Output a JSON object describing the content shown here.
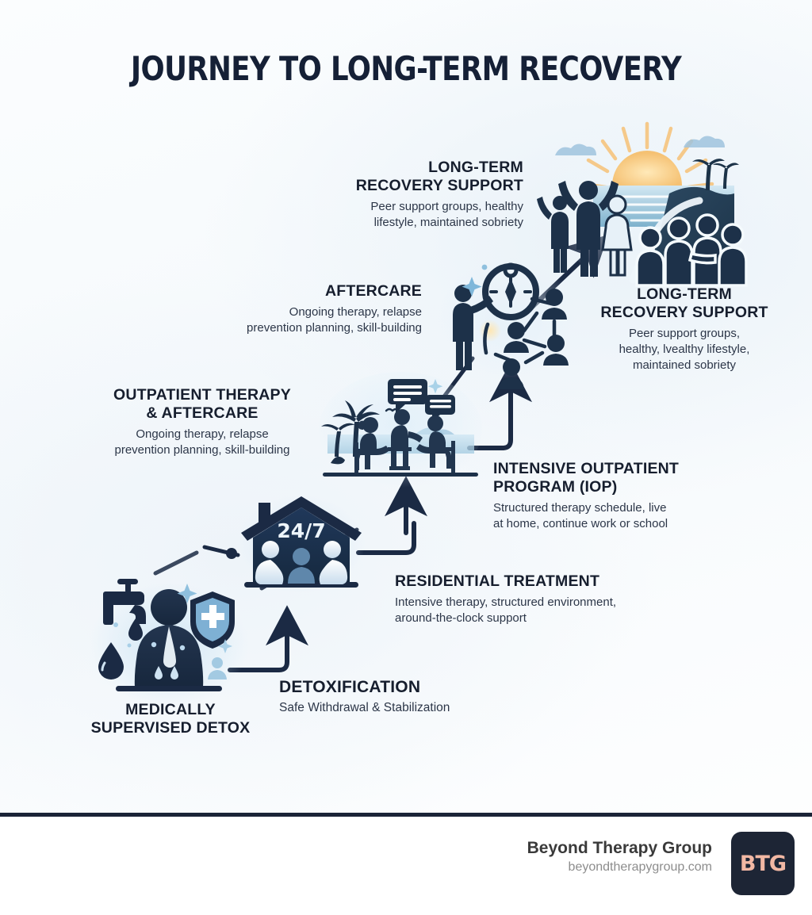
{
  "title": "JOURNEY TO LONG-TERM RECOVERY",
  "stages": [
    {
      "id": "detox",
      "label_heading": "MEDICALLY\nSUPERVISED DETOX",
      "heading": "DETOXIFICATION",
      "body": "Safe Withdrawal & Stabilization",
      "art": "faucet-droplet-person-shield"
    },
    {
      "id": "residential",
      "label_heading": "24/7",
      "heading": "RESIDENTIAL TREATMENT",
      "body": "Intensive therapy, structured environment,\naround-the-clock support",
      "art": "house-24-7"
    },
    {
      "id": "iop",
      "label_heading": "OUTPATIENT THERAPY\n& AFTERCARE",
      "label_body": "Ongoing therapy, relapse\nprevention planning, skill-building",
      "heading": "INTENSIVE OUTPATIENT\nPROGRAM (IOP)",
      "body": "Structured therapy schedule, live\nat home, continue work or school",
      "art": "beach-therapy-group"
    },
    {
      "id": "aftercare",
      "heading": "AFTERCARE",
      "body": "Ongoing therapy, relapse\nprevention planning, skill-building",
      "art": "compass-network"
    },
    {
      "id": "longterm",
      "heading": "LONG-TERM\nRECOVERY SUPPORT",
      "body": "Peer support groups, healthy\nlifestyle, maintained sobriety",
      "heading_right": "LONG-TERM\nRECOVERY SUPPORT",
      "body_right": "Peer support groups,\nhealthy, lvealthy lifestyle,\nmaintained sobriety",
      "art": "sunrise-beach-celebration"
    }
  ],
  "text_blocks": {
    "detox_label_l1": "MEDICALLY",
    "detox_label_l2": "SUPERVISED DETOX",
    "detox_heading": "DETOXIFICATION",
    "detox_body": "Safe Withdrawal & Stabilization",
    "residential_heading": "RESIDENTIAL TREATMENT",
    "residential_body_l1": "Intensive therapy, structured environment,",
    "residential_body_l2": "around-the-clock support",
    "outpatient_label_l1": "OUTPATIENT THERAPY",
    "outpatient_label_l2": "& AFTERCARE",
    "outpatient_body_l1": "Ongoing therapy, relapse",
    "outpatient_body_l2": "prevention planning, skill-building",
    "iop_heading_l1": "INTENSIVE OUTPATIENT",
    "iop_heading_l2": "PROGRAM (IOP)",
    "iop_body_l1": "Structured therapy schedule, live",
    "iop_body_l2": "at home, continue work or school",
    "aftercare_heading": "AFTERCARE",
    "aftercare_body_l1": "Ongoing therapy, relapse",
    "aftercare_body_l2": "prevention planning, skill-building",
    "longterm_heading_l1": "LONG-TERM",
    "longterm_heading_l2": "RECOVERY SUPPORT",
    "longterm_body_l1": "Peer support groups, healthy",
    "longterm_body_l2": "lifestyle, maintained sobriety",
    "longterm_r_heading_l1": "LONG-TERM",
    "longterm_r_heading_l2": "RECOVERY SUPPORT",
    "longterm_r_body_l1": "Peer support groups,",
    "longterm_r_body_l2": "healthy, lvealthy lifestyle,",
    "longterm_r_body_l3": "maintained sobriety",
    "house_badge": "24/7"
  },
  "footer": {
    "brand_name": "Beyond Therapy Group",
    "brand_url": "beyondtherapygroup.com",
    "logo_text": "BTG"
  },
  "colors": {
    "navy": "#1b2a44",
    "navy_dark": "#152036",
    "ink": "#161e2e",
    "body_text": "#2c3648",
    "background": "#f7fafc",
    "accent_blue": "#7fb3d5",
    "accent_light": "#bcdcef",
    "sun": "#f7c873",
    "logo_bg": "#1d2535",
    "logo_fg": "#f2b8a4",
    "footer_rule": "#1b2437",
    "brand_name_color": "#3a3a3a",
    "brand_url_color": "#8d8d8d"
  }
}
